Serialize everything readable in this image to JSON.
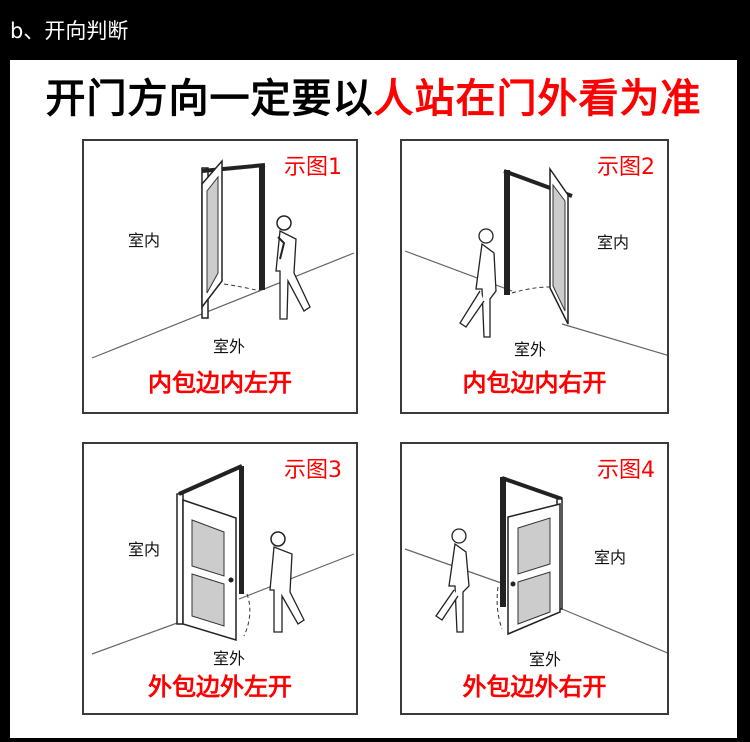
{
  "header": {
    "title": "b、开向判断"
  },
  "headline": {
    "part_black": "开门方向一定要以",
    "part_red": "人站在门外看为准"
  },
  "colors": {
    "accent_red": "#ff0000",
    "text_black": "#000000",
    "background": "#000000",
    "page": "#ffffff"
  },
  "panels": [
    {
      "figure_label": "示图1",
      "indoor_label": "室内",
      "outdoor_label": "室外",
      "caption": "内包边内左开"
    },
    {
      "figure_label": "示图2",
      "indoor_label": "室内",
      "outdoor_label": "室外",
      "caption": "内包边内右开"
    },
    {
      "figure_label": "示图3",
      "indoor_label": "室内",
      "outdoor_label": "室外",
      "caption": "外包边外左开"
    },
    {
      "figure_label": "示图4",
      "indoor_label": "室内",
      "outdoor_label": "室外",
      "caption": "外包边外右开"
    }
  ]
}
